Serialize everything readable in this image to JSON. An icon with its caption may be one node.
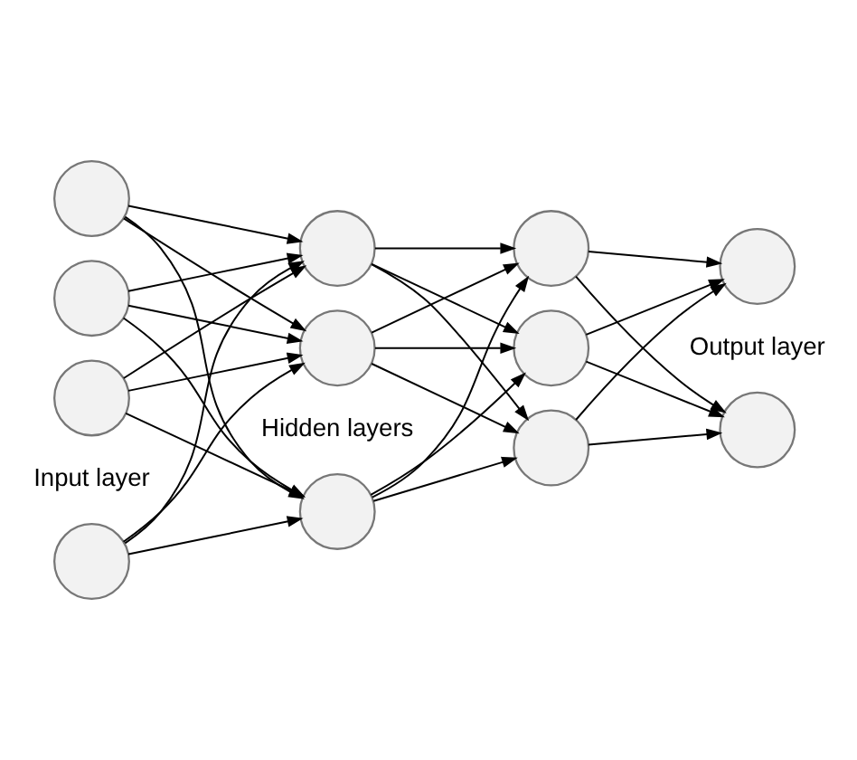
{
  "diagram": {
    "nodes": [
      {
        "text": [],
        "shape": "circle"
      },
      {
        "text": [],
        "shape": "circle"
      },
      {
        "text": [],
        "shape": "circle"
      },
      {
        "text": [],
        "shape": "circle"
      },
      {
        "text": [],
        "shape": "circle"
      },
      {
        "text": [],
        "shape": "circle"
      },
      {
        "text": [],
        "shape": "circle"
      },
      {
        "text": [],
        "shape": "circle"
      },
      {
        "text": [],
        "shape": "circle"
      },
      {
        "text": [],
        "shape": "circle"
      },
      {
        "text": [],
        "shape": "circle"
      },
      {
        "text": [],
        "shape": "circle"
      }
    ],
    "edges": [
      {
        "from": 0,
        "to": 4,
        "arrow": "to"
      },
      {
        "from": 0,
        "to": 5,
        "arrow": "to"
      },
      {
        "from": 0,
        "to": 6,
        "arrow": "to"
      },
      {
        "from": 1,
        "to": 4,
        "arrow": "to"
      },
      {
        "from": 1,
        "to": 5,
        "arrow": "to"
      },
      {
        "from": 1,
        "to": 6,
        "arrow": "to"
      },
      {
        "from": 2,
        "to": 4,
        "arrow": "to"
      },
      {
        "from": 2,
        "to": 5,
        "arrow": "to"
      },
      {
        "from": 2,
        "to": 6,
        "arrow": "to"
      },
      {
        "from": 3,
        "to": 4,
        "arrow": "to"
      },
      {
        "from": 3,
        "to": 5,
        "arrow": "to"
      },
      {
        "from": 3,
        "to": 6,
        "arrow": "to"
      },
      {
        "from": 4,
        "to": 7,
        "arrow": "to"
      },
      {
        "from": 4,
        "to": 8,
        "arrow": "to"
      },
      {
        "from": 4,
        "to": 9,
        "arrow": "to"
      },
      {
        "from": 5,
        "to": 7,
        "arrow": "to"
      },
      {
        "from": 5,
        "to": 8,
        "arrow": "to"
      },
      {
        "from": 5,
        "to": 9,
        "arrow": "to"
      },
      {
        "from": 6,
        "to": 7,
        "arrow": "to"
      },
      {
        "from": 6,
        "to": 8,
        "arrow": "to"
      },
      {
        "from": 6,
        "to": 9,
        "arrow": "to"
      },
      {
        "from": 7,
        "to": 10,
        "arrow": "to"
      },
      {
        "from": 7,
        "to": 11,
        "arrow": "to"
      },
      {
        "from": 8,
        "to": 10,
        "arrow": "to"
      },
      {
        "from": 8,
        "to": 11,
        "arrow": "to"
      },
      {
        "from": 9,
        "to": 10,
        "arrow": "to"
      },
      {
        "from": 9,
        "to": 11,
        "arrow": "to"
      }
    ],
    "labels": [
      "Input layer",
      "Hidden layers",
      "Output layer"
    ]
  }
}
